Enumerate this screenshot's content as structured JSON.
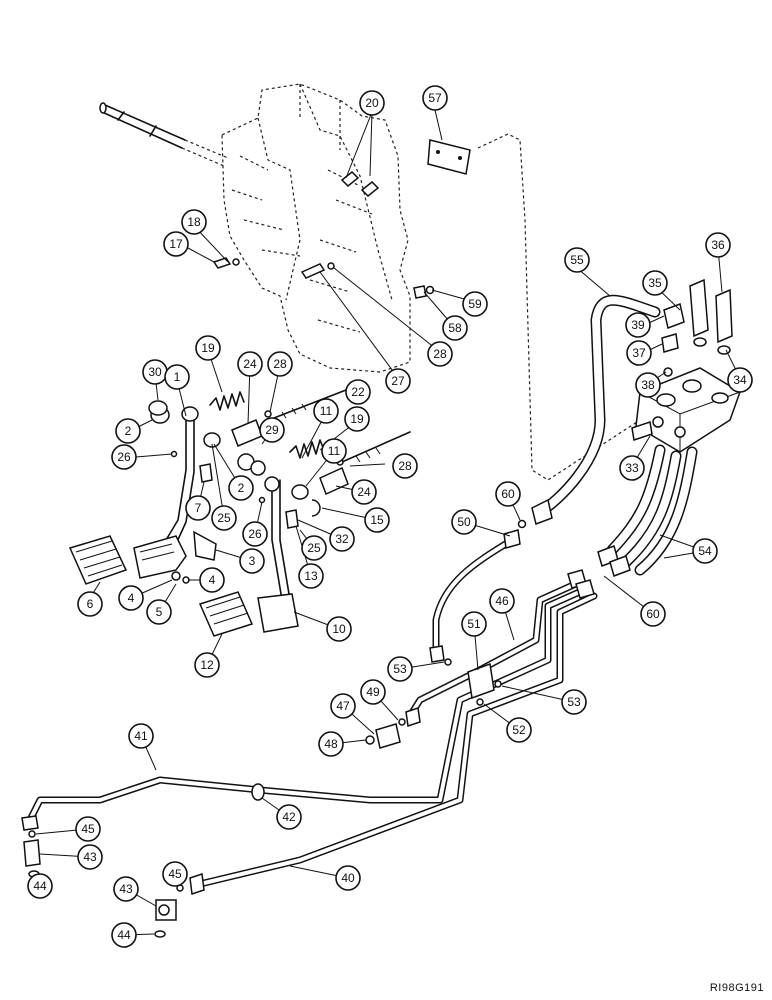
{
  "figure_code": "RI98G191",
  "callouts": [
    "20",
    "57",
    "17",
    "18",
    "55",
    "36",
    "35",
    "59",
    "58",
    "39",
    "37",
    "34",
    "38",
    "28",
    "27",
    "30",
    "1",
    "19",
    "24",
    "28",
    "22",
    "11",
    "19",
    "2",
    "29",
    "26",
    "11",
    "28",
    "2",
    "24",
    "7",
    "25",
    "26",
    "32",
    "15",
    "33",
    "60",
    "50",
    "54",
    "3",
    "6",
    "4",
    "4",
    "5",
    "13",
    "25",
    "10",
    "12",
    "60",
    "46",
    "51",
    "53",
    "53",
    "52",
    "47",
    "49",
    "48",
    "41",
    "42",
    "45",
    "43",
    "44",
    "40",
    "45",
    "43",
    "44"
  ]
}
